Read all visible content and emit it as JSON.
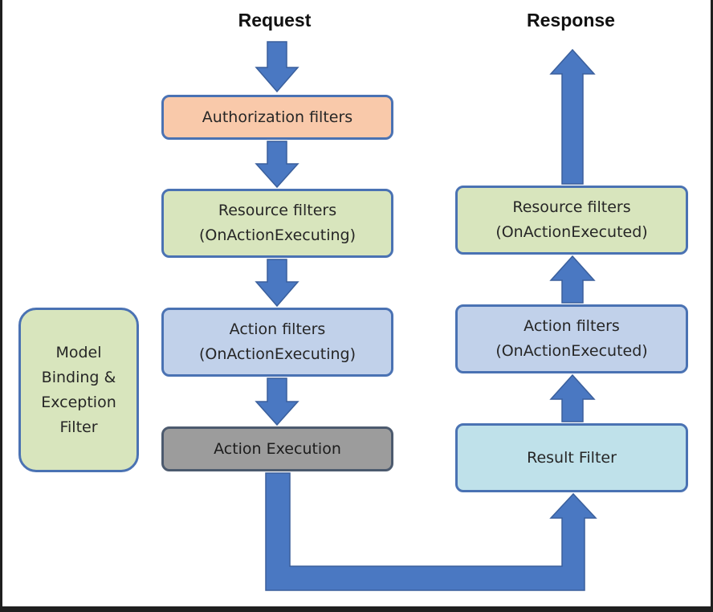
{
  "headings": {
    "request": "Request",
    "response": "Response"
  },
  "request_pipeline": {
    "authorization": {
      "line1": "Authorization filters"
    },
    "resource": {
      "line1": "Resource filters",
      "line2": "(OnActionExecuting)"
    },
    "action": {
      "line1": "Action filters",
      "line2": "(OnActionExecuting)"
    },
    "execution": {
      "line1": "Action Execution"
    }
  },
  "response_pipeline": {
    "resource": {
      "line1": "Resource filters",
      "line2": "(OnActionExecuted)"
    },
    "action": {
      "line1": "Action filters",
      "line2": "(OnActionExecuted)"
    },
    "result": {
      "line1": "Result Filter"
    }
  },
  "side_box": {
    "lines": [
      "Model",
      "Binding &",
      "Exception",
      "Filter"
    ]
  },
  "colors": {
    "arrow": "#4a78c2",
    "arrow_outline": "#3a5f9c",
    "authorization_fill": "#f9c9aa",
    "resource_fill": "#d8e5bd",
    "action_fill": "#c1d1ea",
    "execution_fill": "#9c9c9c",
    "result_fill": "#bfe1ea",
    "box_border": "#4a72b3"
  }
}
